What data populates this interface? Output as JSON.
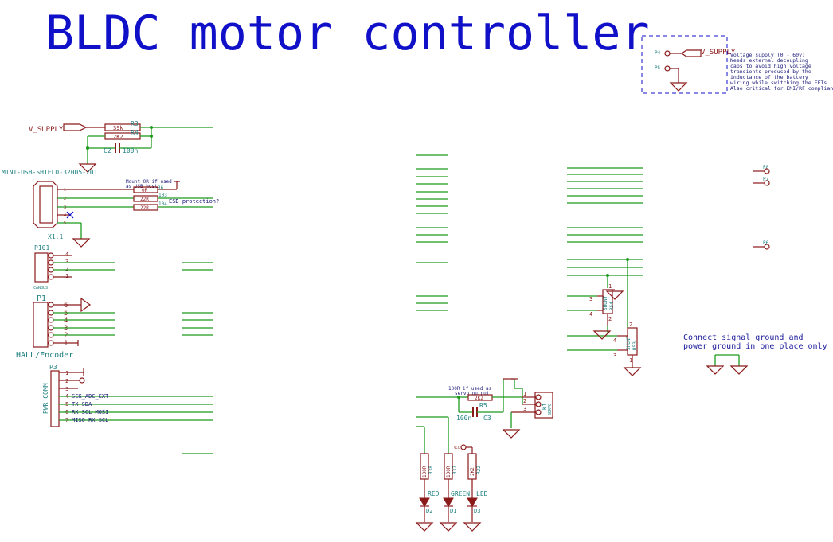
{
  "title": "BLDC motor controller",
  "supply_box": {
    "p4": "P4",
    "p5": "P5",
    "net": "V_SUPPLY",
    "note": [
      "Voltage supply (0 - 60v)",
      "Needs external decoupling",
      "caps to avoid high voltage",
      "transients produced by the",
      "inductance of the battery",
      "wiring while switching the FETs",
      "Also critical for EMI/RF compliance"
    ]
  },
  "vsense": {
    "net": "V_SUPPLY",
    "r3_val": "39k",
    "r3": "R3",
    "r4_val": "2K2",
    "r4": "R4",
    "c2": "C2",
    "c2_val": "100n"
  },
  "usb": {
    "name": "MINI-USB-SHIELD-32005-201",
    "ref": "X1.1",
    "note1": "Mount 0R if used",
    "note2": "as USB host",
    "r6_val": "0R",
    "r6": "R6",
    "r103_val": "22R",
    "r103": "103",
    "r104_val": "22R",
    "r104": "104",
    "esd": "ESD protection?",
    "pins": [
      "1",
      "2",
      "3",
      "4",
      "5"
    ]
  },
  "canbus": {
    "ref": "P101",
    "name": "CANBUS",
    "pins": [
      "4",
      "3",
      "2",
      "1"
    ]
  },
  "hall": {
    "ref": "P1",
    "name": "HALL/Encoder",
    "pins": [
      "6",
      "5",
      "4",
      "3",
      "2",
      "1"
    ]
  },
  "comm": {
    "ref": "P3",
    "name": "PWR_COMM",
    "pins": [
      "1",
      "2",
      "3",
      "4",
      "5",
      "6",
      "7"
    ],
    "nets": [
      "SCK_ADC_EXT",
      "TX_SDA",
      "RX_SCL_MOSI",
      "MISO_RX_SCL"
    ]
  },
  "servo": {
    "note1": "100R if used as",
    "note2": "servo output",
    "r5_val": "2K2",
    "r5": "R5",
    "c3": "C3",
    "c3_val": "100n",
    "ref": "K1",
    "name": "SERVO",
    "pins": [
      "1",
      "2",
      "3"
    ]
  },
  "leds": [
    {
      "r": "R38",
      "rv": "100R",
      "d": "D2",
      "label": "RED"
    },
    {
      "r": "R37",
      "rv": "100R",
      "d": "D1",
      "label": "GREEN"
    },
    {
      "r": "R22",
      "rv": "2K2",
      "d": "D3",
      "label": "LED"
    }
  ],
  "shunts": [
    {
      "ref": "R54",
      "name": "SHUNT",
      "pins": [
        "1",
        "2",
        "3",
        "4"
      ]
    },
    {
      "ref": "R53",
      "name": "SHUNT",
      "pins": [
        "1",
        "2",
        "3",
        "4"
      ]
    }
  ],
  "right_ports": [
    "P8",
    "P7",
    "P6"
  ],
  "ground_note": [
    "Connect signal ground and",
    "power ground in one place only"
  ]
}
